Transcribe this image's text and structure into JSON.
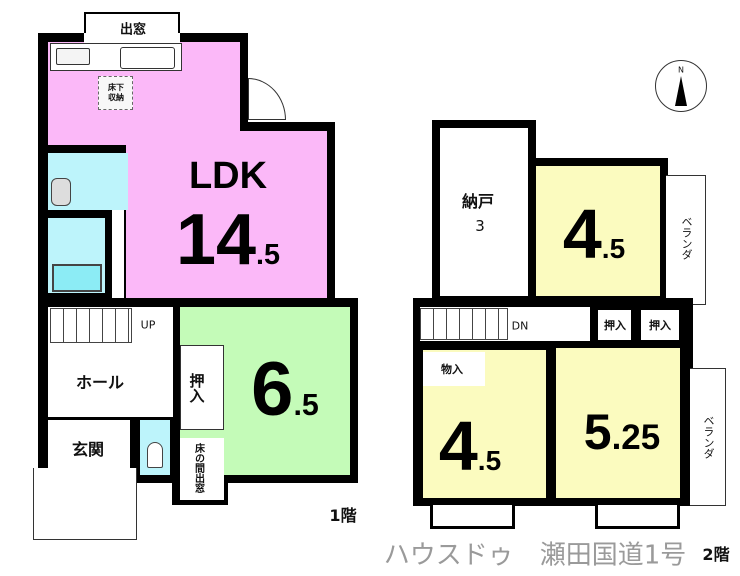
{
  "floor1": {
    "label": "1階",
    "rooms": {
      "demado_top": "出窓",
      "underfloor_storage": "床下\n収納",
      "ldk_name": "LDK",
      "ldk_size": "14",
      "ldk_size_frac": ".5",
      "tatami_size": "6",
      "tatami_size_frac": ".5",
      "closet": "押入",
      "tokonoma": "床の間出窓",
      "hall": "ホール",
      "entrance": "玄関",
      "stairs": "UP"
    }
  },
  "floor2": {
    "label": "2階",
    "rooms": {
      "storage_name": "納戸",
      "storage_size": "3",
      "room_a_size": "4",
      "room_a_frac": ".5",
      "veranda_a": "ベランダ",
      "stairs": "DN",
      "closet_1": "押入",
      "closet_2": "押入",
      "monoire": "物入",
      "room_b_size": "4",
      "room_b_frac": ".5",
      "room_c_size": "5",
      "room_c_frac": ".25",
      "veranda_b": "ベランダ"
    }
  },
  "compass": {
    "label": "N",
    "icon": "north-arrow-icon"
  },
  "watermark": "ハウスドゥ　瀬田国道1号",
  "colors": {
    "ldk": "#fbb8f8",
    "wet": "#bdf4fb",
    "tatami": "#c4fbb8",
    "bedroom": "#fbfbbf"
  }
}
